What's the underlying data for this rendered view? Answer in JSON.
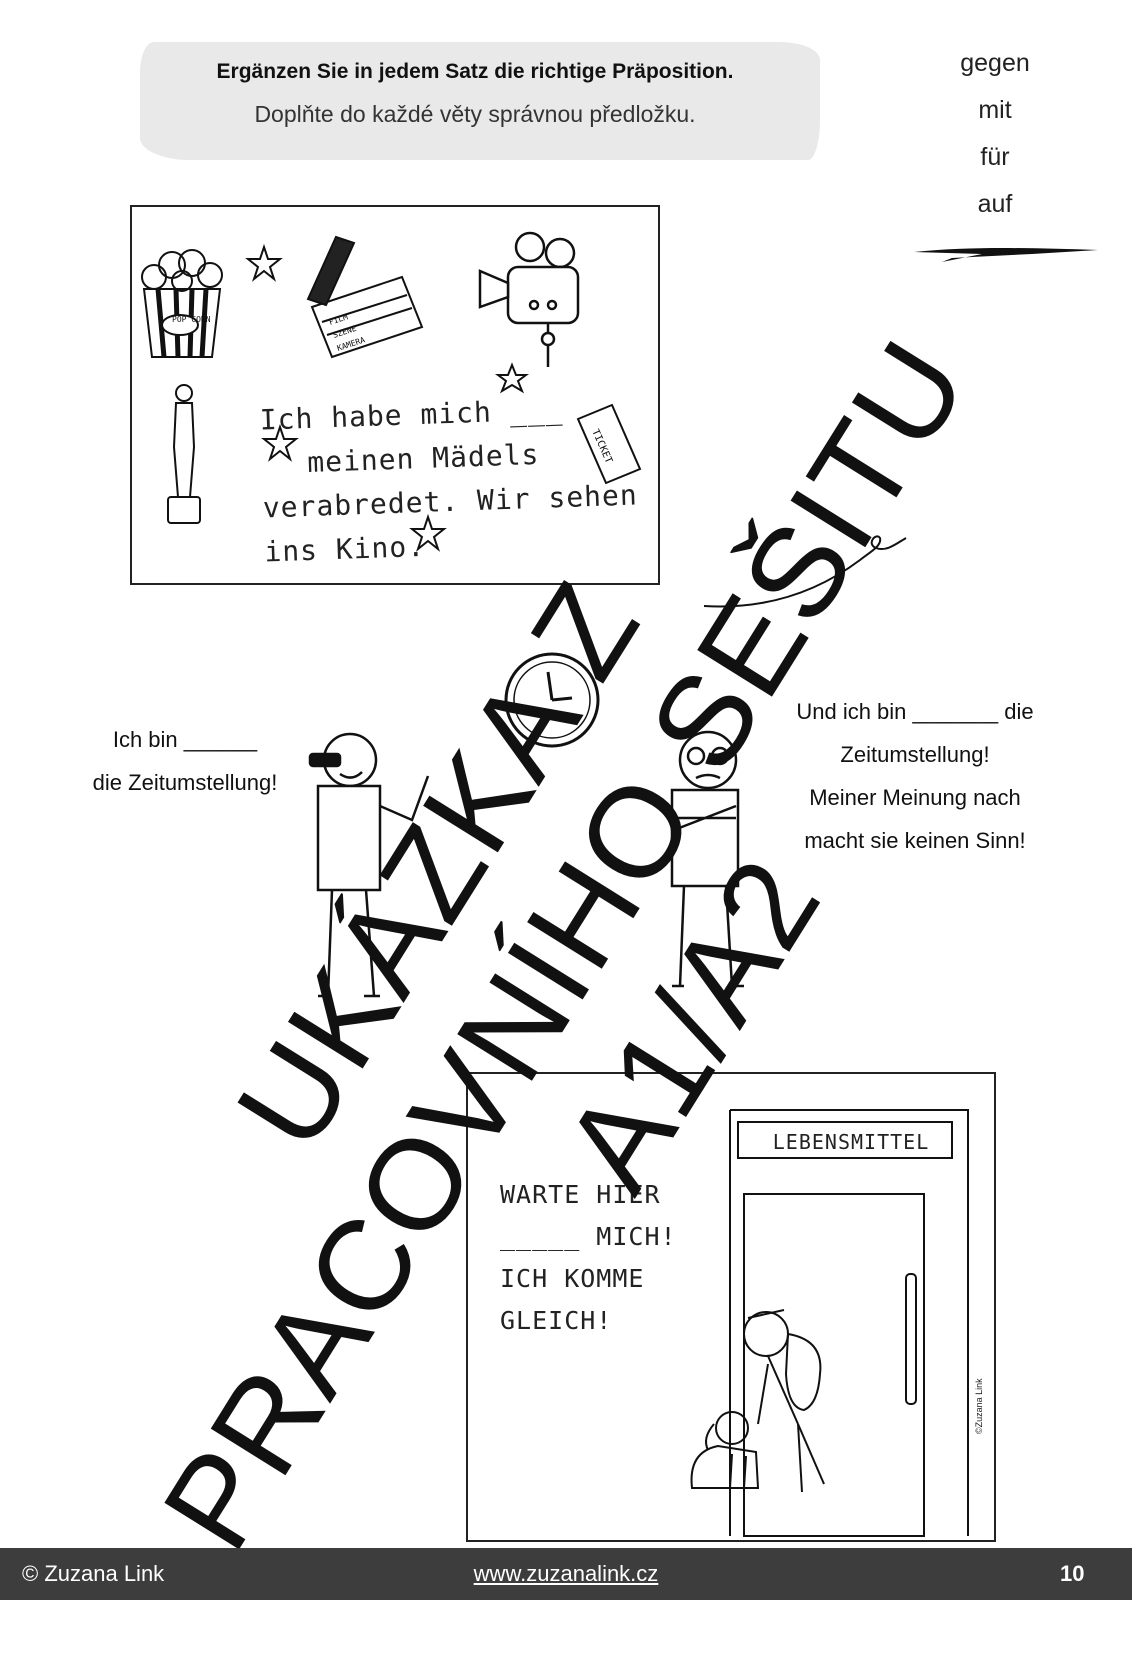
{
  "header": {
    "title": "Ergänzen Sie in jedem Satz die richtige Präposition.",
    "subtitle": "Doplňte do každé věty správnou předložku."
  },
  "options": [
    "gegen",
    "mit",
    "für",
    "auf"
  ],
  "panel1": {
    "lines": [
      "Ich habe mich ___",
      "meinen Mädels",
      "verabredet. Wir sehen",
      "ins Kino."
    ],
    "popcorn_label": "POP CORN",
    "clapper_labels": [
      "FILM",
      "SZENE",
      "KAMERA"
    ],
    "ticket_label": "TICKET"
  },
  "comic": {
    "left_speech": [
      "Ich bin ______",
      "die Zeitumstellung!"
    ],
    "right_speech": [
      "Und ich bin _______ die",
      "Zeitumstellung!",
      "Meiner Meinung nach",
      "macht sie keinen Sinn!"
    ]
  },
  "panel2": {
    "sign": "LEBENSMITTEL",
    "lines": [
      "WARTE HIER",
      "_____ MICH!",
      "ICH KOMME",
      "GLEICH!"
    ],
    "signature": "©Zuzana Link"
  },
  "watermark": [
    "UKÁZKA Z",
    "PRACOVNÍHO SEŠITU",
    "A1/A2"
  ],
  "footer": {
    "copyright": "© Zuzana Link",
    "url": "www.zuzanalink.cz",
    "page": "10"
  },
  "colors": {
    "footer_bg": "#3d3d3d",
    "brush": "#e9e9e9"
  }
}
